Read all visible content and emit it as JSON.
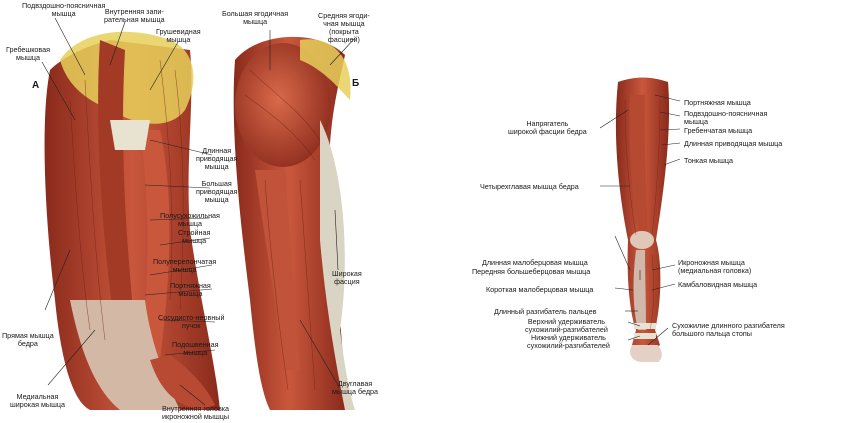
{
  "panel_a": {
    "letter": "А",
    "labels": {
      "iliopsoas": "Подвздошно-поясничная\nмышца",
      "obturator_int": "Внутренняя запи-\nрательная мышца",
      "pectineus": "Гребешковая\nмышца",
      "piriformis": "Грушевидная\nмышца",
      "adductor_long": "Длинная\nприводящая\nмышца",
      "adductor_magnus": "Большая\nприводящая\nмышца",
      "semitendinosus": "Полусухожильная\nмышца",
      "gracilis": "Стройная\nмышца",
      "semimembranosus": "Полуперепончатая\nмышца",
      "sartorius": "Портняжная\nмышца",
      "neurovascular": "Сосудисто-нервный\nпучок",
      "plantaris": "Подошвенная\nмышца",
      "rectus": "Прямая мышца\nбедра",
      "vastus_medialis": "Медиальная\nширокая мышца",
      "gastro_inner": "Внутренняя головка\nикроножной мышцы"
    }
  },
  "panel_b": {
    "letter": "Б",
    "labels": {
      "gluteus_max": "Большая ягодичная\nмышца",
      "gluteus_med": "Средняя ягоди-\nчная мышца\n(покрыта\nфасцией)",
      "fascia_lata": "Широкая\nфасция",
      "biceps": "Двуглавая\nмышца бедра"
    }
  },
  "panel_c": {
    "labels": {
      "tfl": "Напрягатель\nширокой фасции бедра",
      "quadriceps": "Четырехглавая мышца бедра",
      "peroneus_long": "Длинная малоберцовая мышца",
      "tibialis_ant": "Передняя большеберцовая мышца",
      "peroneus_brev": "Короткая малоберцовая мышца",
      "ext_dig_long": "Длинный разгибатель пальцев",
      "ret_sup": "Верхний удерживатель\nсухожилий-разгибателей",
      "ret_inf": "Нижний удерживатель\nсухожилий-разгибателей",
      "sartorius": "Портняжная мышца",
      "iliopsoas": "Подвздошно-поясничная\nмышца",
      "pectineus": "Гребенчатая мышца",
      "adductor_long": "Длинная приводящая мышца",
      "gracilis": "Тонкая мышца",
      "gastro_med": "Икроножная мышца\n(медиальная головка)",
      "soleus": "Камбаловидная мышца",
      "ext_hal_tendon": "Сухожилие длинного разгибателя\nбольшого пальца стопы"
    }
  },
  "colors": {
    "muscle": "#b8432e",
    "muscle_dark": "#8a2a1c",
    "tendon": "#e8e2d0",
    "bone": "#e6cf5a",
    "line": "#333333"
  }
}
